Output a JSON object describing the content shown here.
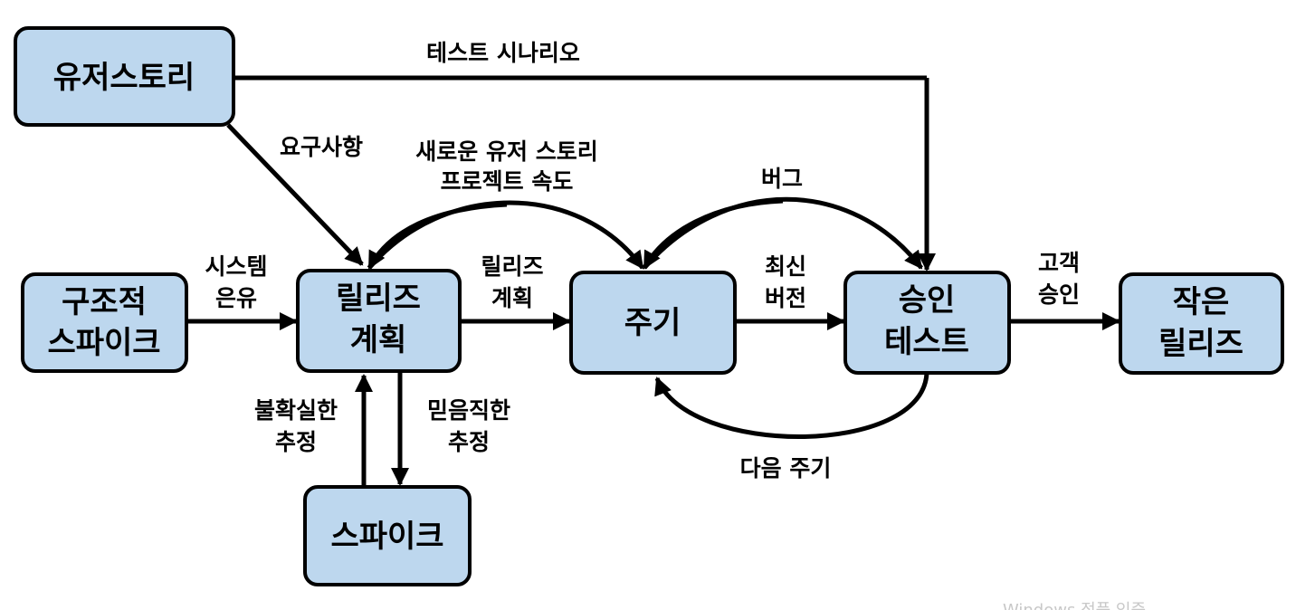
{
  "nodes": {
    "user_story": "유저스토리",
    "arch_spike_line1": "구조적",
    "arch_spike_line2": "스파이크",
    "release_plan_line1": "릴리즈",
    "release_plan_line2": "계획",
    "spike": "스파이크",
    "cycle": "주기",
    "acceptance_line1": "승인",
    "acceptance_line2": "테스트",
    "small_release_line1": "작은",
    "small_release_line2": "릴리즈"
  },
  "edges": {
    "test_scenarios": "테스트 시나리오",
    "requirements": "요구사항",
    "new_user_story": "새로운 유저 스토리",
    "project_velocity": "프로젝트 속도",
    "bugs": "버그",
    "system_metaphor_line1": "시스템",
    "system_metaphor_line2": "은유",
    "release_plan_line1": "릴리즈",
    "release_plan_line2": "계획",
    "latest_version_line1": "최신",
    "latest_version_line2": "버전",
    "customer_approval_line1": "고객",
    "customer_approval_line2": "승인",
    "uncertain_estimate_line1": "불확실한",
    "uncertain_estimate_line2": "추정",
    "confident_estimate_line1": "믿음직한",
    "confident_estimate_line2": "추정",
    "next_iteration": "다음 주기"
  },
  "watermark": "Windows 정품 인증",
  "colors": {
    "box_fill": "#bdd7ee",
    "stroke": "#000000",
    "background": "#ffffff"
  }
}
